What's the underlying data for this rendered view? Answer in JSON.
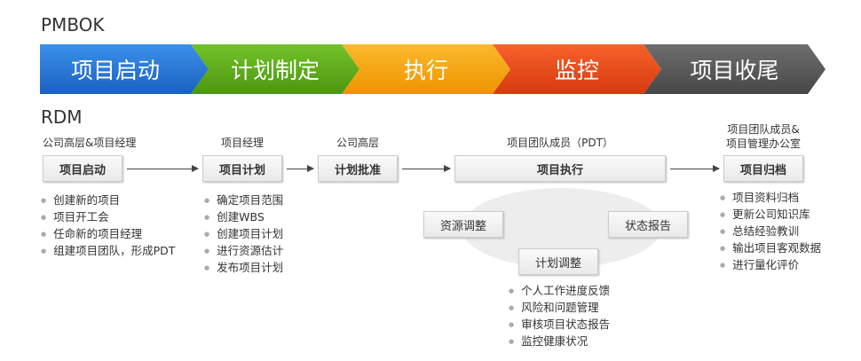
{
  "pmbok": {
    "title": "PMBOK",
    "phases": [
      {
        "label": "项目启动",
        "color": "#2378d8"
      },
      {
        "label": "计划制定",
        "color": "#5fae1a"
      },
      {
        "label": "执行",
        "color": "#f5a30c"
      },
      {
        "label": "监控",
        "color": "#ec4a1b"
      },
      {
        "label": "项目收尾",
        "color": "#5a5a5a"
      }
    ]
  },
  "rdm": {
    "title": "RDM",
    "stages": [
      {
        "role": "公司高层&项目经理",
        "label": "项目启动",
        "items": [
          "创建新的项目",
          "项目开工会",
          "任命新的项目经理",
          "组建项目团队，形成PDT"
        ]
      },
      {
        "role": "项目经理",
        "label": "项目计划",
        "items": [
          "确定项目范围",
          "创建WBS",
          "创建项目计划",
          "进行资源估计",
          "发布项目计划"
        ]
      },
      {
        "role": "公司高层",
        "label": "计划批准"
      },
      {
        "role": "项目团队成员（PDT）",
        "label": "项目执行",
        "cycle": [
          "资源调整",
          "状态报告",
          "计划调整"
        ],
        "items": [
          "个人工作进度反馈",
          "风险和问题管理",
          "审核项目状态报告",
          "监控健康状况"
        ]
      },
      {
        "role_line1": "项目团队成员&",
        "role_line2": "项目管理办公室",
        "label": "项目归档",
        "items": [
          "项目资料归档",
          "更新公司知识库",
          "总结经验教训",
          "输出项目客观数据",
          "进行量化评价"
        ]
      }
    ]
  }
}
